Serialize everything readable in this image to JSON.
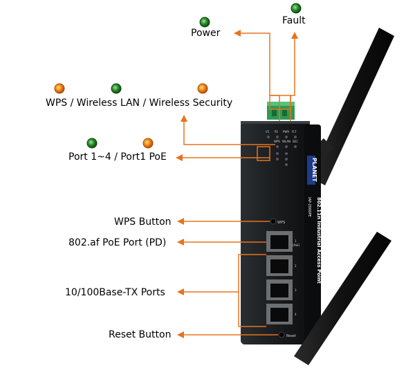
{
  "labels": {
    "power": "Power",
    "fault": "Fault",
    "wps_wlan_sec": "WPS / Wireless LAN / Wireless Security",
    "port_poe": "Port 1~4 / Port1 PoE",
    "wps_button": "WPS Button",
    "poe_port": "802.af PoE Port (PD)",
    "tx_ports": "10/100Base-TX Ports",
    "reset_button": "Reset Button"
  },
  "device": {
    "brand": "PLANET",
    "model_title": "802.11n Industrial Access Point",
    "model_number": "IAP-2000PE",
    "led_labels": [
      "V1",
      "P2",
      "PWR",
      "FLT"
    ],
    "led_labels_row2": [
      "WPS",
      "WLAN",
      "SEC"
    ],
    "port_labels": [
      "1",
      "(PoE)",
      "2",
      "3",
      "4"
    ],
    "wps_label": "WPS",
    "reset_label": "Reset"
  },
  "colors": {
    "arrow": "#e8731e",
    "led_green": "#2e8b2e",
    "led_orange": "#f08a1a",
    "case": "#1c1f22"
  }
}
